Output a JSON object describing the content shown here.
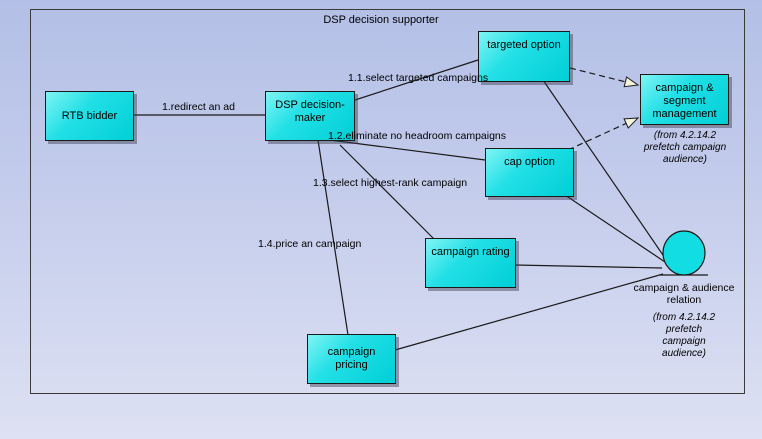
{
  "diagram": {
    "title": "DSP decision supporter",
    "nodes": {
      "rtb": "RTB bidder",
      "dsp": "DSP decision-maker",
      "targeted": "targeted option",
      "campaign_segment": "campaign & segment management",
      "cap": "cap option",
      "rating": "campaign rating",
      "pricing": "campaign pricing",
      "relation": "campaign & audience relation"
    },
    "messages": {
      "m1": "1.redirect an ad",
      "m11": "1.1.select targeted campaigns",
      "m12": "1.2.eliminate no headroom campaigns",
      "m13": "1.3.select highest-rank campaign",
      "m14": "1.4.price an campaign"
    },
    "notes": {
      "segment_from": "(from 4.2.14.2 prefetch campaign audience)",
      "relation_from": "(from 4.2.14.2 prefetch campaign audience)"
    }
  },
  "colors": {
    "node_fill": "#00d8dc",
    "line": "#1a1a1a",
    "background": "#c5cdec"
  }
}
